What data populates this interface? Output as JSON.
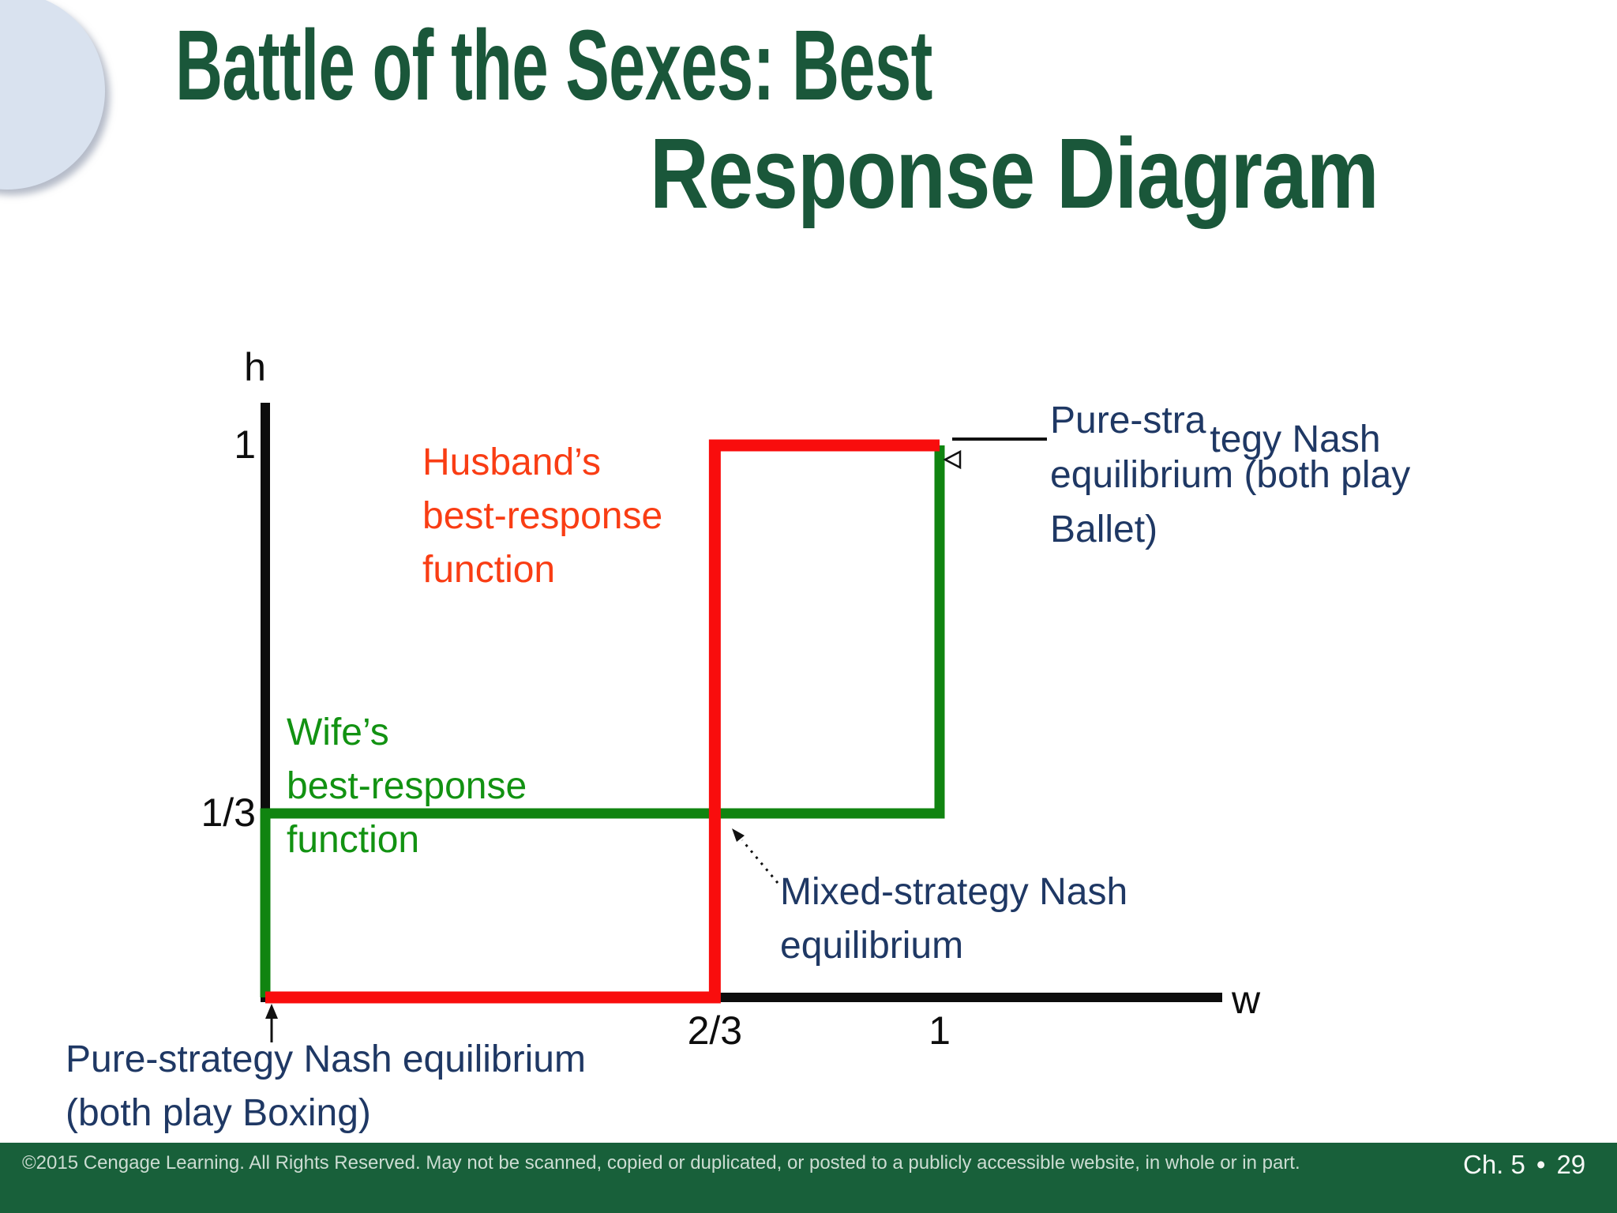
{
  "slide": {
    "title": {
      "line1": "Battle of the Sexes: Best",
      "line2": "Response Diagram",
      "color": "#1a573a"
    },
    "background": "#ffffff"
  },
  "chart_data": {
    "type": "line",
    "title": "Battle of the Sexes: Best Response Diagram",
    "xlabel": "w",
    "ylabel": "h",
    "xlim": [
      0,
      1
    ],
    "ylim": [
      0,
      1
    ],
    "grid": false,
    "x_ticks": [
      {
        "label": "2/3",
        "value": 0.6667
      },
      {
        "label": "1",
        "value": 1
      }
    ],
    "y_ticks": [
      {
        "label": "1",
        "value": 1
      },
      {
        "label": "1/3",
        "value": 0.3333
      }
    ],
    "series": [
      {
        "name": "Wife’s best-response function",
        "color": "#108410",
        "points": [
          [
            0,
            0
          ],
          [
            0,
            0.3333
          ],
          [
            1,
            0.3333
          ],
          [
            1,
            1
          ]
        ]
      },
      {
        "name": "Husband’s best-response function",
        "color": "#f90d0d",
        "points": [
          [
            0,
            0
          ],
          [
            0.6667,
            0
          ],
          [
            0.6667,
            1
          ],
          [
            1,
            1
          ]
        ]
      }
    ],
    "annotations": [
      {
        "text": "Pure-strategy Nash equilibrium (both play Ballet)",
        "at": [
          1,
          1
        ]
      },
      {
        "text": "Mixed-strategy Nash equilibrium",
        "at": [
          0.6667,
          0.3333
        ]
      },
      {
        "text": "Pure-strategy Nash equilibrium (both play Boxing)",
        "at": [
          0,
          0
        ]
      }
    ]
  },
  "diagram": {
    "axis": {
      "h_label": "h",
      "w_label": "w"
    },
    "husband_label": {
      "lines": [
        "Husband’s",
        "best-response",
        "function"
      ],
      "color": "#f93d14"
    },
    "wife_label": {
      "lines": [
        "Wife’s",
        "best-response",
        "function"
      ],
      "color": "#129212"
    },
    "ballet_callout": {
      "line1_part1": "Pure-stra",
      "line1_part2": "tegy Nash",
      "line2": "equilibrium (both play",
      "line3": "Ballet)",
      "color": "#1f3864"
    },
    "mixed_callout": {
      "line1": "Mixed-strategy Nash",
      "line2": "equilibrium",
      "color": "#1f3864"
    },
    "boxing_callout": {
      "line1": "Pure-strategy Nash equilibrium",
      "line2": "(both play Boxing)",
      "color": "#1f3864"
    }
  },
  "footer": {
    "copyright": "©2015 Cengage Learning. All Rights Reserved. May not be scanned, copied or duplicated, or posted to a publicly accessible website, in whole or in part.",
    "chapter": "Ch. 5",
    "separator": "•",
    "page": "29",
    "bar_color": "#18603a",
    "text_color": "#ccdcd2"
  }
}
